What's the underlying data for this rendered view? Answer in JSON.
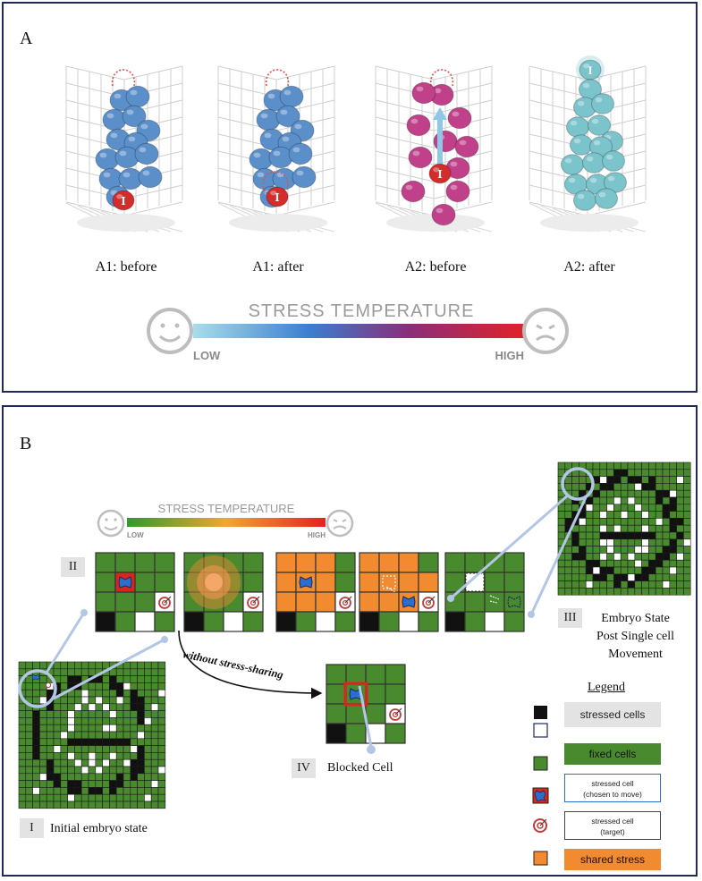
{
  "panel_a": {
    "label": "A",
    "captions": [
      "A1: before",
      "A1: after",
      "A2: before",
      "A2: after"
    ],
    "cell_marker": "I",
    "scale": {
      "title": "STRESS TEMPERATURE",
      "low": "LOW",
      "high": "HIGH"
    }
  },
  "panel_b": {
    "label": "B",
    "scale": {
      "title": "STRESS TEMPERATURE",
      "low": "LOW",
      "high": "HIGH"
    },
    "steps": {
      "i": {
        "tag": "I",
        "text": "Initial embryo state"
      },
      "ii": {
        "tag": "II"
      },
      "iii": {
        "tag": "III",
        "line1": "Embryo State",
        "line2": "Post Single cell",
        "line3": "Movement"
      },
      "iv": {
        "tag": "IV",
        "text": "Blocked Cell"
      }
    },
    "arrow_label": "without stress-sharing",
    "legend": {
      "title": "Legend",
      "stressed": "stressed cells",
      "fixed": "fixed cells",
      "chosen_line1": "stressed cell",
      "chosen_line2": "(chosen to move)",
      "target_line1": "stressed cell",
      "target_line2": "(target)",
      "shared": "shared stress"
    }
  },
  "colors": {
    "frame": "#1f2a5a",
    "fixed_green": "#4a8a2e",
    "shared_orange": "#f28a30",
    "stressed_blue": "#2a6fd0",
    "blocked_red": "#d9261c",
    "cell_blue": "#5b8fc9",
    "cell_red": "#d42b2b",
    "cell_magenta": "#c0408a",
    "cell_teal": "#7cc4cc"
  }
}
